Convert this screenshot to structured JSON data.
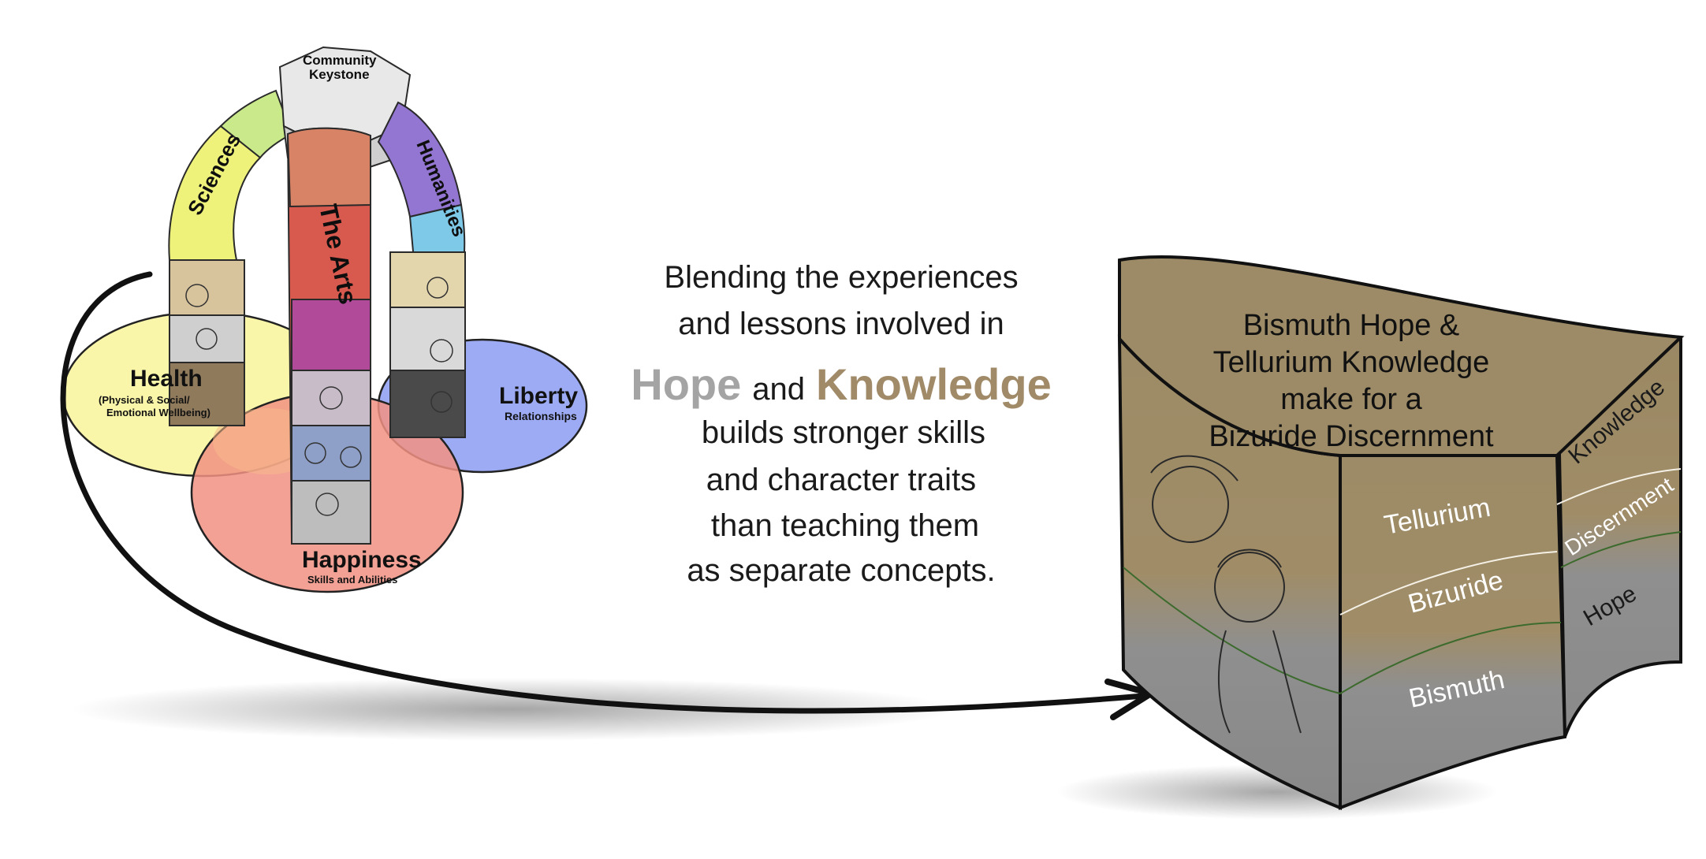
{
  "colors": {
    "hope": "#a4a4a4",
    "knowledge": "#a08a68",
    "health": "#f8f39a",
    "liberty": "#8c9cf2",
    "happiness": "#f29183",
    "sciences": "#eef27a",
    "humanities": "#9276d2",
    "arts": "#d85a4e",
    "block_top": "#9c8b66",
    "block_gray": "#8f8f8f"
  },
  "venn": {
    "health": {
      "title": "Health",
      "subtitle": "(Physical & Social/\nEmotional Wellbeing)"
    },
    "liberty": {
      "title": "Liberty",
      "subtitle": "Relationships"
    },
    "happiness": {
      "title": "Happiness",
      "subtitle": "Skills and Abilities"
    }
  },
  "arch": {
    "keystone": [
      "Community",
      "Keystone"
    ],
    "sciences": "Sciences",
    "humanities": "Humanities",
    "arts": "The Arts"
  },
  "message": {
    "lines_top": [
      "Blending the experiences",
      "and lessons involved in"
    ],
    "hope_word": "Hope",
    "and_word": "and",
    "knowledge_word": "Knowledge",
    "lines_bottom": [
      "builds stronger skills",
      "and character traits",
      "than teaching them",
      "as separate concepts."
    ]
  },
  "block": {
    "title_lines": [
      "Bismuth Hope &",
      "Tellurium Knowledge",
      "make for a",
      "Bizuride Discernment"
    ],
    "front_layers": [
      "Tellurium",
      "Bizuride",
      "Bismuth"
    ],
    "side_layers": [
      "Knowledge",
      "Discernment",
      "Hope"
    ]
  },
  "icons": [
    "curved-arrow-icon",
    "child-sketch-icon"
  ]
}
